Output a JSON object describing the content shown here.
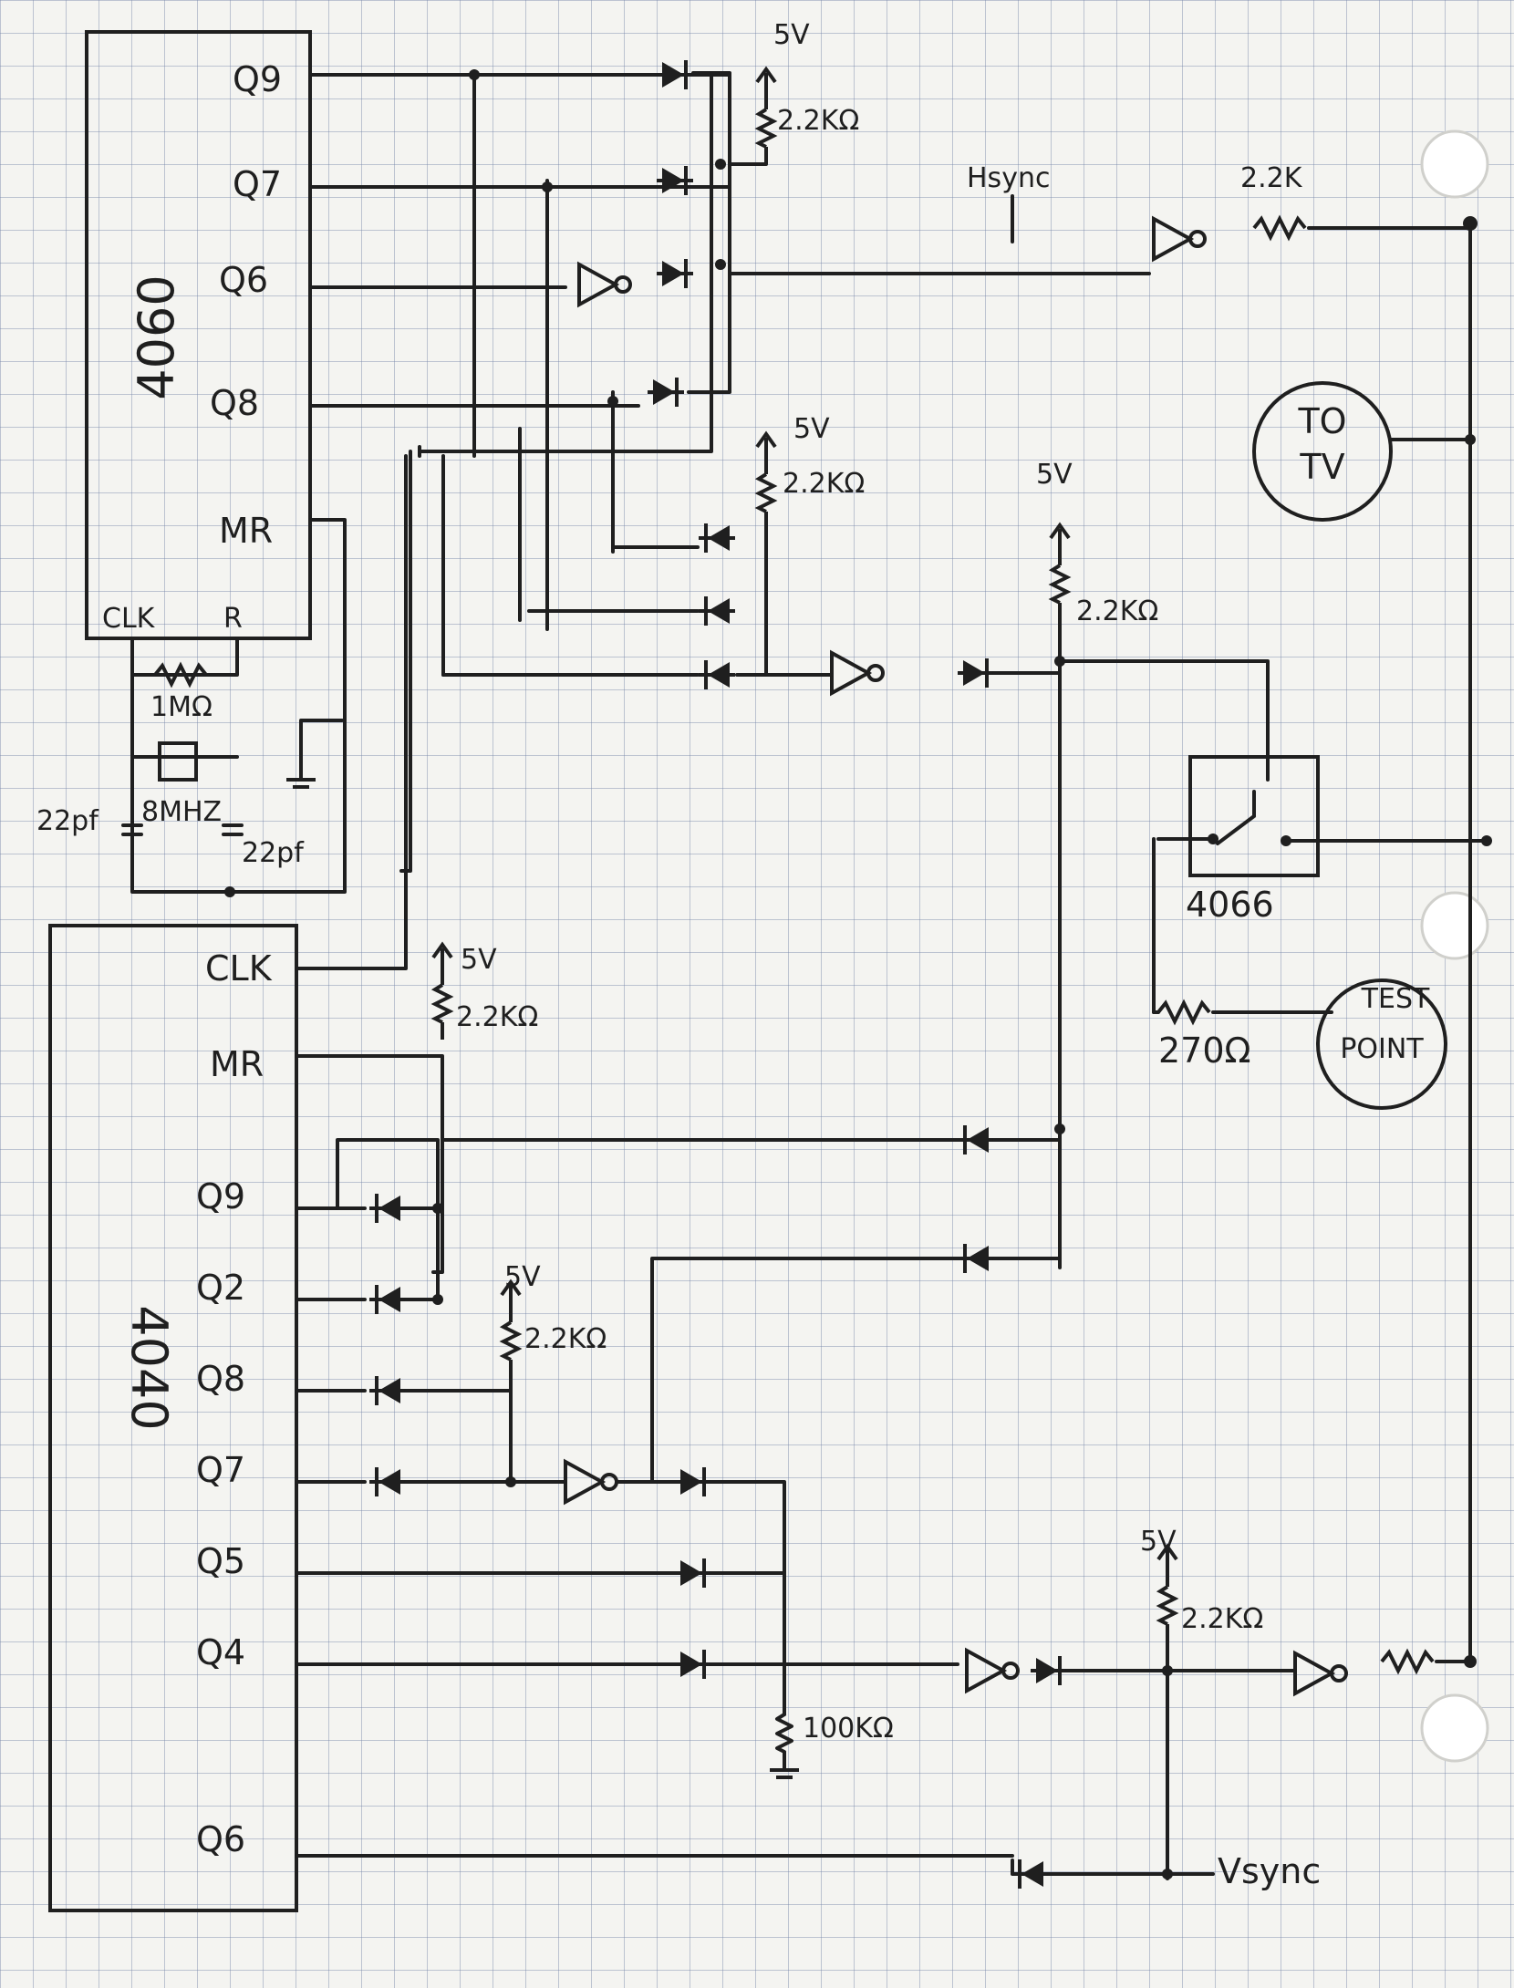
{
  "ic_top": {
    "name": "4060",
    "pins": [
      "Q9",
      "Q7",
      "Q6",
      "Q8",
      "MR"
    ],
    "bottom_pins": [
      "CLK",
      "R"
    ]
  },
  "ic_bottom": {
    "name": "4040",
    "pins": [
      "CLK",
      "MR",
      "Q9",
      "Q2",
      "Q8",
      "Q7",
      "Q5",
      "Q4",
      "Q6"
    ]
  },
  "supply": "5V",
  "pullup": "2.2KΩ",
  "pullup_plain": "2.2K",
  "oscillator": {
    "resistor": "1MΩ",
    "crystal": "8MHZ",
    "cap_left": "22pf",
    "cap_right": "22pf"
  },
  "hsync": "Hsync",
  "vsync": "Vsync",
  "to_tv": [
    "TO",
    "TV"
  ],
  "switch_ic": "4066",
  "test_resistor": "270Ω",
  "test_point": [
    "TEST",
    "POINT"
  ],
  "pulldown": "100KΩ"
}
